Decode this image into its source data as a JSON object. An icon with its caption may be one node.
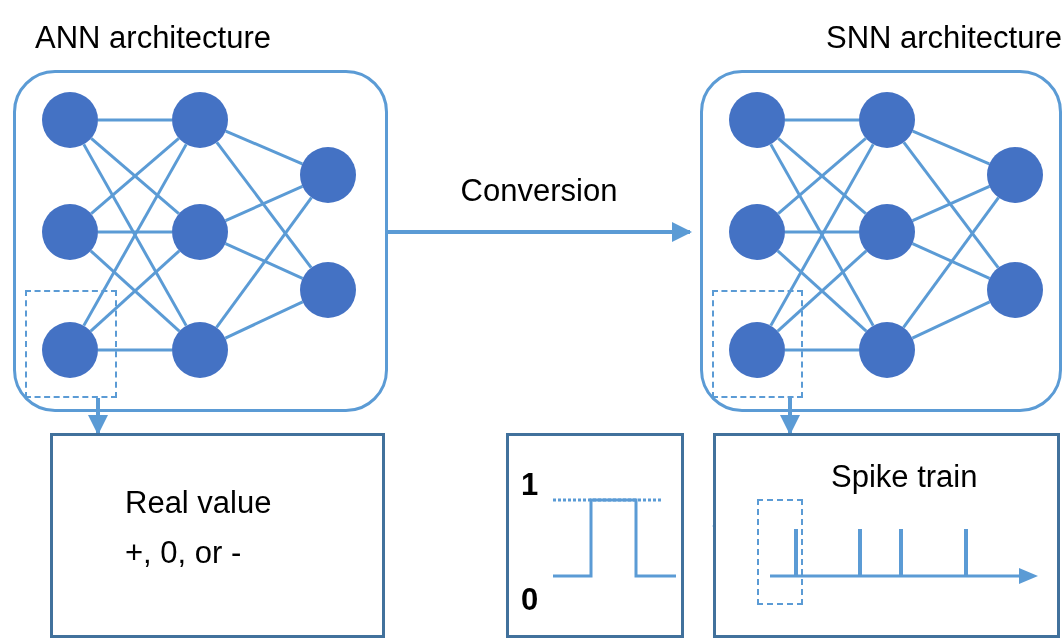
{
  "diagram": {
    "nodes": [
      {
        "text": [
          "ANN architecture"
        ]
      },
      {
        "text": [],
        "shape": "circle",
        "in": 0
      },
      {
        "text": [],
        "shape": "circle",
        "in": 0
      },
      {
        "text": [],
        "shape": "circle",
        "in": 9
      },
      {
        "text": [],
        "shape": "circle",
        "in": 0
      },
      {
        "text": [],
        "shape": "circle",
        "in": 0
      },
      {
        "text": [],
        "shape": "circle",
        "in": 0
      },
      {
        "text": [],
        "shape": "circle",
        "in": 0
      },
      {
        "text": [],
        "shape": "circle",
        "in": 0
      },
      {
        "text": [],
        "shape": "box",
        "in": 0
      },
      {
        "text": [
          "SNN architecture"
        ]
      },
      {
        "text": [],
        "shape": "circle",
        "in": 10
      },
      {
        "text": [],
        "shape": "circle",
        "in": 10
      },
      {
        "text": [],
        "shape": "circle",
        "in": 19
      },
      {
        "text": [],
        "shape": "circle",
        "in": 10
      },
      {
        "text": [],
        "shape": "circle",
        "in": 10
      },
      {
        "text": [],
        "shape": "circle",
        "in": 10
      },
      {
        "text": [],
        "shape": "circle",
        "in": 10
      },
      {
        "text": [],
        "shape": "circle",
        "in": 10
      },
      {
        "text": [],
        "shape": "box",
        "in": 10
      },
      {
        "text": [
          "Real value",
          "+, 0, or -"
        ]
      },
      {
        "text": [
          "1",
          "0"
        ]
      },
      {
        "text": [
          "Spike train"
        ]
      },
      {
        "text": [],
        "shape": "box",
        "in": 22
      }
    ],
    "edges": [
      {
        "from": 1,
        "to": 4,
        "arrow": "none"
      },
      {
        "from": 1,
        "to": 5,
        "arrow": "none"
      },
      {
        "from": 1,
        "to": 6,
        "arrow": "none"
      },
      {
        "from": 2,
        "to": 4,
        "arrow": "none"
      },
      {
        "from": 2,
        "to": 5,
        "arrow": "none"
      },
      {
        "from": 2,
        "to": 6,
        "arrow": "none"
      },
      {
        "from": 3,
        "to": 4,
        "arrow": "none"
      },
      {
        "from": 3,
        "to": 5,
        "arrow": "none"
      },
      {
        "from": 3,
        "to": 6,
        "arrow": "none"
      },
      {
        "from": 4,
        "to": 7,
        "arrow": "none"
      },
      {
        "from": 4,
        "to": 8,
        "arrow": "none"
      },
      {
        "from": 5,
        "to": 7,
        "arrow": "none"
      },
      {
        "from": 5,
        "to": 8,
        "arrow": "none"
      },
      {
        "from": 6,
        "to": 7,
        "arrow": "none"
      },
      {
        "from": 6,
        "to": 8,
        "arrow": "none"
      },
      {
        "from": 11,
        "to": 14,
        "arrow": "none"
      },
      {
        "from": 11,
        "to": 15,
        "arrow": "none"
      },
      {
        "from": 11,
        "to": 16,
        "arrow": "none"
      },
      {
        "from": 12,
        "to": 14,
        "arrow": "none"
      },
      {
        "from": 12,
        "to": 15,
        "arrow": "none"
      },
      {
        "from": 12,
        "to": 16,
        "arrow": "none"
      },
      {
        "from": 13,
        "to": 14,
        "arrow": "none"
      },
      {
        "from": 13,
        "to": 15,
        "arrow": "none"
      },
      {
        "from": 13,
        "to": 16,
        "arrow": "none"
      },
      {
        "from": 14,
        "to": 17,
        "arrow": "none"
      },
      {
        "from": 14,
        "to": 18,
        "arrow": "none"
      },
      {
        "from": 15,
        "to": 17,
        "arrow": "none"
      },
      {
        "from": 15,
        "to": 18,
        "arrow": "none"
      },
      {
        "from": 16,
        "to": 17,
        "arrow": "none"
      },
      {
        "from": 16,
        "to": 18,
        "arrow": "none"
      },
      {
        "from": 0,
        "to": 10,
        "arrow": "to",
        "label": "Conversion"
      },
      {
        "from": 9,
        "to": 20,
        "arrow": "to"
      },
      {
        "from": 19,
        "to": 22,
        "arrow": "to"
      },
      {
        "from": 23,
        "to": 21,
        "arrow": "to"
      }
    ]
  }
}
